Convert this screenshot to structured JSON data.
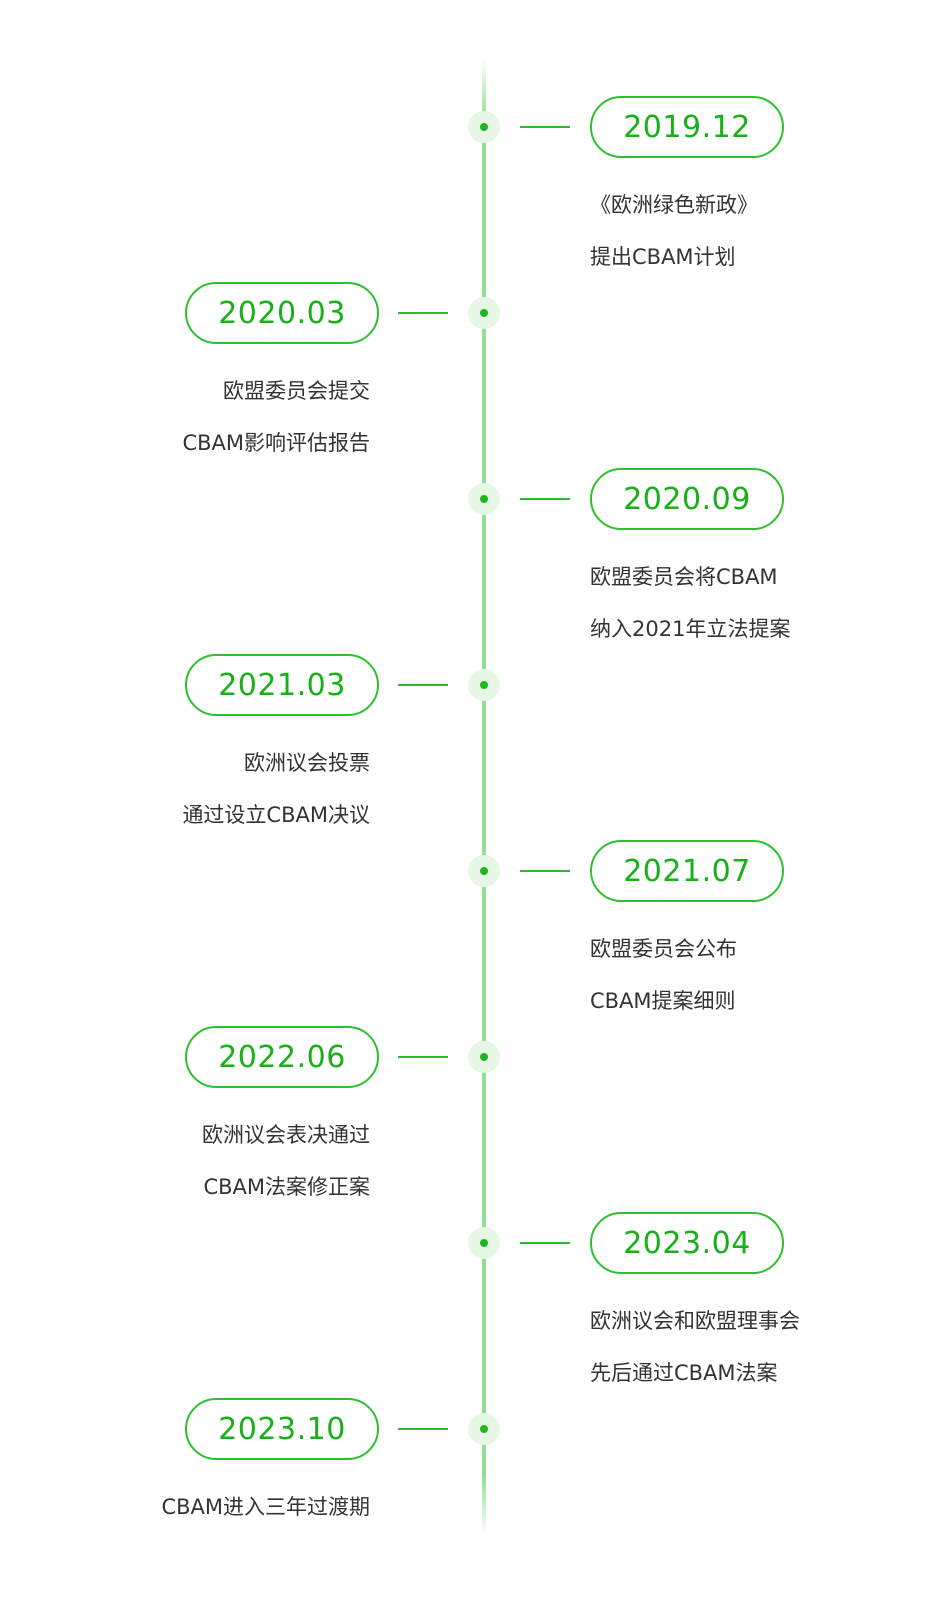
{
  "timeline": {
    "events": [
      {
        "date": "2019.12",
        "side": "right",
        "lines": [
          "《欧洲绿色新政》",
          "提出CBAM计划"
        ]
      },
      {
        "date": "2020.03",
        "side": "left",
        "lines": [
          "欧盟委员会提交",
          "CBAM影响评估报告"
        ]
      },
      {
        "date": "2020.09",
        "side": "right",
        "lines": [
          "欧盟委员会将CBAM",
          "纳入2021年立法提案"
        ]
      },
      {
        "date": "2021.03",
        "side": "left",
        "lines": [
          "欧洲议会投票",
          "通过设立CBAM决议"
        ]
      },
      {
        "date": "2021.07",
        "side": "right",
        "lines": [
          "欧盟委员会公布",
          "CBAM提案细则"
        ]
      },
      {
        "date": "2022.06",
        "side": "left",
        "lines": [
          "欧洲议会表决通过",
          "CBAM法案修正案"
        ]
      },
      {
        "date": "2023.04",
        "side": "right",
        "lines": [
          "欧洲议会和欧盟理事会",
          "先后通过CBAM法案"
        ]
      },
      {
        "date": "2023.10",
        "side": "left",
        "lines": [
          "CBAM进入三年过渡期"
        ]
      }
    ],
    "colors": {
      "accent": "#1fb51f",
      "line": "#8fe08f",
      "text": "#333333"
    }
  }
}
